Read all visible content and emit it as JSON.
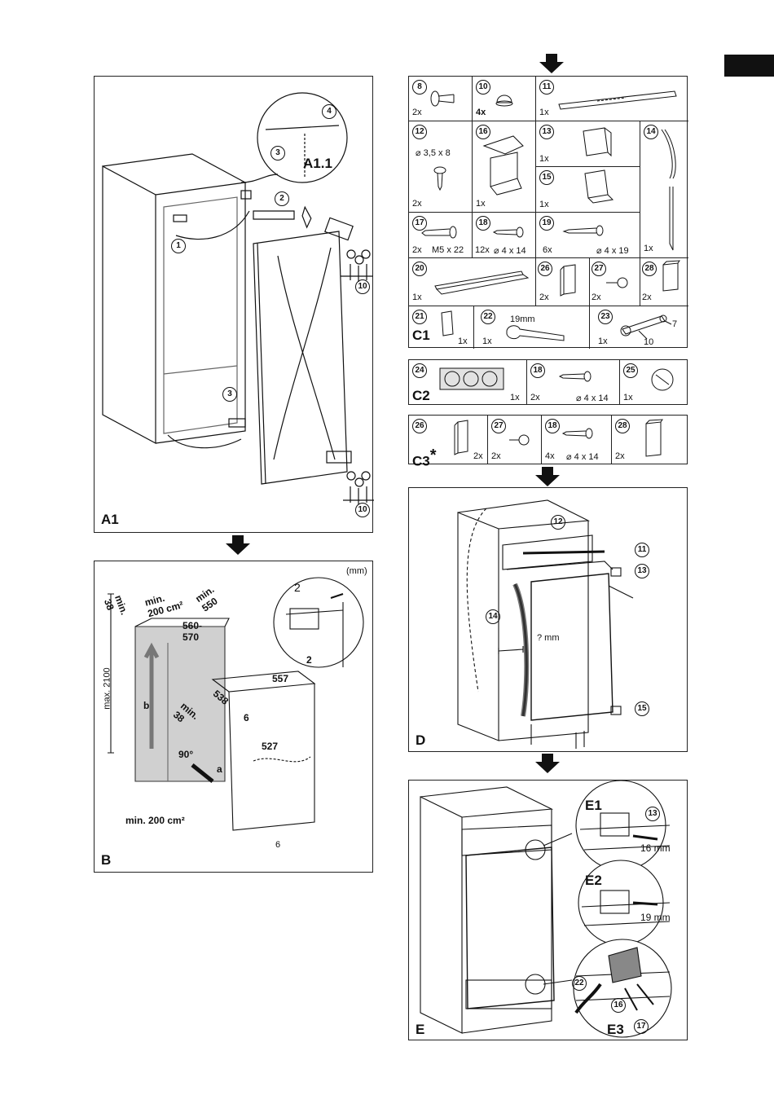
{
  "panels": {
    "a1": {
      "label": "A1",
      "detail_label": "A1.1",
      "callouts": [
        "1",
        "2",
        "3",
        "4",
        "3",
        "10",
        "10"
      ]
    },
    "b": {
      "label": "B",
      "unit": "(mm)",
      "dims": {
        "min38a": "min.\n38",
        "min200": "min.\n200 cm²",
        "min550": "min.\n550",
        "w560": "560-\n570",
        "max2100": "max. 2100",
        "b": "b",
        "min38b": "min.\n38",
        "angle": "90°",
        "a": "a",
        "w557": "557",
        "w538": "538",
        "w527": "527",
        "g2a": "2",
        "g2b": "2",
        "g6a": "6",
        "g6b": "6",
        "min200b": "min. 200 cm²"
      }
    },
    "d": {
      "label": "D",
      "gap": "? mm",
      "callouts": [
        "12",
        "11",
        "13",
        "14",
        "15"
      ]
    },
    "e": {
      "label": "E",
      "sub": [
        "E1",
        "E2",
        "E3"
      ],
      "e1_dim": "16 mm",
      "e2_dim": "19 mm",
      "callouts": [
        "13",
        "22",
        "16",
        "17"
      ]
    }
  },
  "parts": [
    {
      "num": "8",
      "qty": "2x",
      "spec": ""
    },
    {
      "num": "10",
      "qty": "4x",
      "spec": ""
    },
    {
      "num": "11",
      "qty": "1x",
      "spec": ""
    },
    {
      "num": "12",
      "qty": "2x",
      "spec": "⌀ 3,5 x 8"
    },
    {
      "num": "16",
      "qty": "1x",
      "spec": ""
    },
    {
      "num": "13",
      "qty": "1x",
      "spec": ""
    },
    {
      "num": "15",
      "qty": "1x",
      "spec": ""
    },
    {
      "num": "14",
      "qty": "1x",
      "spec": ""
    },
    {
      "num": "17",
      "qty": "2x",
      "spec": "M5 x 22"
    },
    {
      "num": "18",
      "qty": "12x",
      "spec": "⌀ 4 x 14"
    },
    {
      "num": "19",
      "qty": "6x",
      "spec": "⌀ 4 x 19"
    },
    {
      "num": "20",
      "qty": "1x",
      "spec": ""
    },
    {
      "num": "26",
      "qty": "2x",
      "spec": ""
    },
    {
      "num": "27",
      "qty": "2x",
      "spec": ""
    },
    {
      "num": "28",
      "qty": "2x",
      "spec": ""
    },
    {
      "num": "21",
      "qty": "1x",
      "spec": ""
    },
    {
      "num": "22",
      "qty": "1x",
      "spec": "19mm"
    },
    {
      "num": "23",
      "qty": "1x",
      "spec": "",
      "extra": [
        "7",
        "10"
      ]
    }
  ],
  "kits": {
    "c1": {
      "label": "C1"
    },
    "c2": {
      "label": "C2",
      "items": [
        {
          "num": "24",
          "qty": "1x",
          "spec": ""
        },
        {
          "num": "18",
          "qty": "2x",
          "spec": "⌀ 4 x 14"
        },
        {
          "num": "25",
          "qty": "1x",
          "spec": ""
        }
      ]
    },
    "c3": {
      "label": "C3",
      "asterisk": "*",
      "items": [
        {
          "num": "26",
          "qty": "2x",
          "spec": ""
        },
        {
          "num": "27",
          "qty": "2x",
          "spec": ""
        },
        {
          "num": "18",
          "qty": "4x",
          "spec": "⌀ 4 x 14"
        },
        {
          "num": "28",
          "qty": "2x",
          "spec": ""
        }
      ]
    }
  }
}
